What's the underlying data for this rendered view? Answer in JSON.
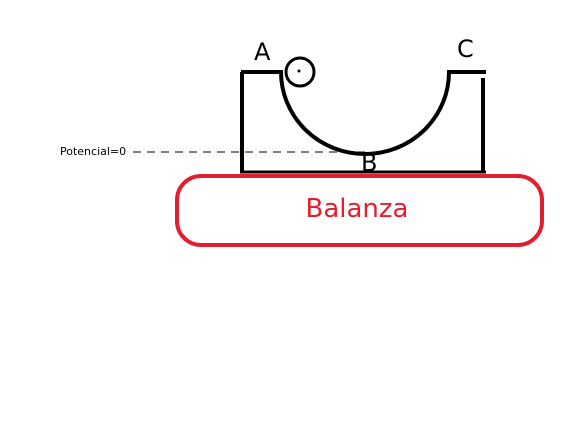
{
  "colors": {
    "ink": "#000000",
    "balance": "#e0202e",
    "background": "#ffffff"
  },
  "labels": {
    "point_a": "A",
    "point_b": "B",
    "point_c": "C",
    "potential_reference": "Potencial=0",
    "balance": "Balanza"
  }
}
